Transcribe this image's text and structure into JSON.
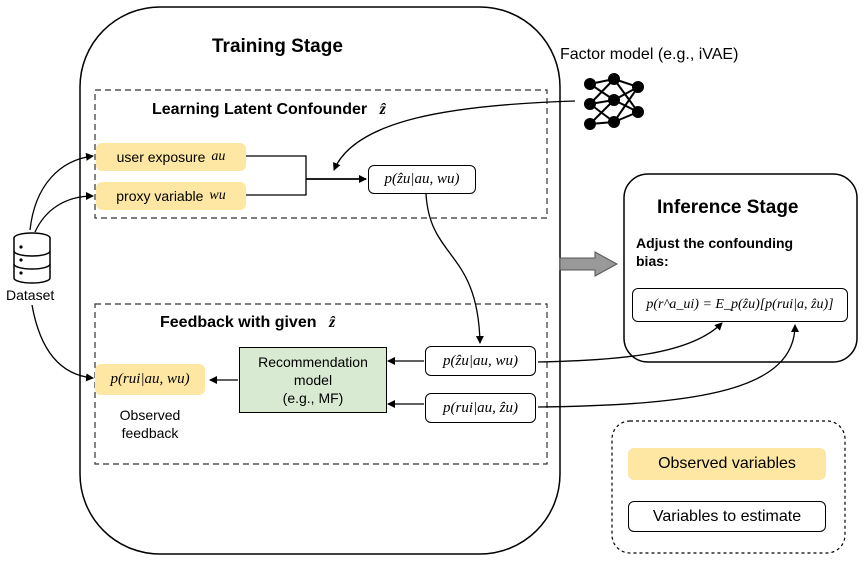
{
  "training": {
    "title": "Training Stage",
    "latent": {
      "title": "Learning Latent Confounder",
      "symbol": "ẑ"
    },
    "feedback": {
      "title": "Feedback with given",
      "symbol": "ẑ"
    },
    "user_exposure": {
      "text": "user exposure",
      "math": "au"
    },
    "proxy_variable": {
      "text": "proxy variable",
      "math": "wu"
    },
    "posterior_top": "p(ẑu|au, wu)",
    "posterior_bottom": "p(ẑu|au, wu)",
    "outcome_model": "p(rui|au, ẑu)",
    "recommendation_model": {
      "line1": "Recommendation",
      "line2": "model",
      "line3": "(e.g., MF)"
    },
    "observed_feedback_formula": "p(rui|au, wu)",
    "observed_feedback_label": [
      "Observed",
      "feedback"
    ]
  },
  "factor_model": {
    "label": "Factor model (e.g., iVAE)",
    "icon": "neural-network-icon"
  },
  "dataset": {
    "label": "Dataset",
    "icon": "database-icon"
  },
  "inference": {
    "title": "Inference Stage",
    "subtitle_line1": "Adjust the confounding",
    "subtitle_line2": "bias:",
    "formula": "p(r^a_ui) = E_p(ẑu)[p(rui|a, ẑu)]"
  },
  "legend": {
    "observed": "Observed variables",
    "estimate": "Variables to estimate"
  },
  "colors": {
    "observed_fill": "#fde7a3",
    "model_fill": "#d9ead3",
    "arrow_fill": "#999999"
  }
}
